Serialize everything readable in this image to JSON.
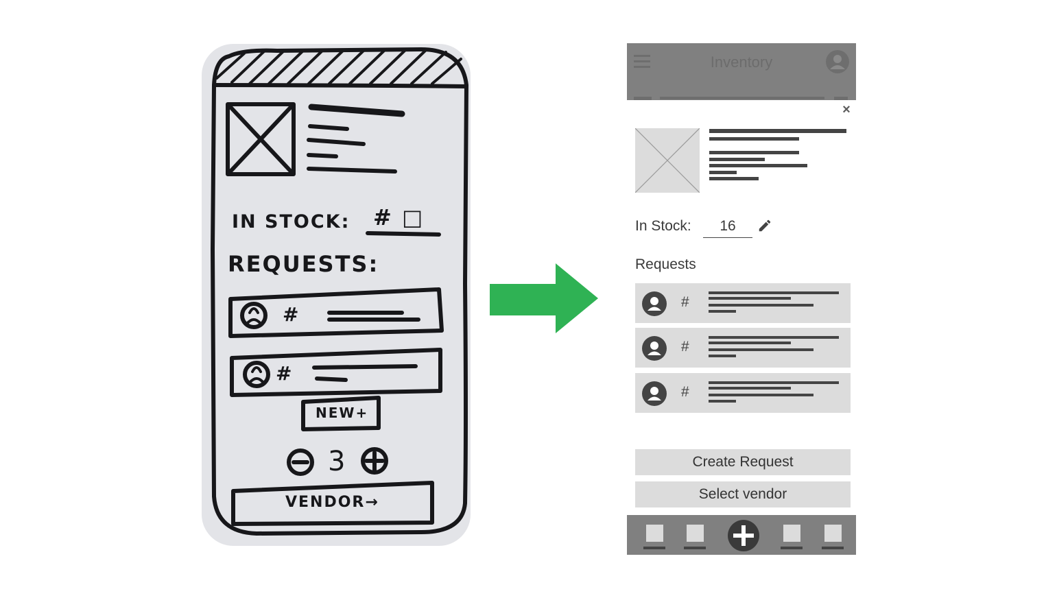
{
  "sketch": {
    "in_stock_label": "IN STOCK:",
    "in_stock_value": "# □",
    "requests_label": "REQUESTS:",
    "request_rows": [
      {
        "hash": "#"
      },
      {
        "hash": "#"
      }
    ],
    "new_button": "NEW+",
    "stepper": {
      "minus": "−",
      "value": "3",
      "plus": "+"
    },
    "vendor_button": "VENDOR→"
  },
  "arrow": {
    "color": "#2fb254"
  },
  "wireframe": {
    "header": {
      "title": "Inventory"
    },
    "close_label": "×",
    "in_stock": {
      "label": "In Stock:",
      "value": "16"
    },
    "requests": {
      "heading": "Requests",
      "rows": [
        {
          "hash": "#"
        },
        {
          "hash": "#"
        },
        {
          "hash": "#"
        }
      ]
    },
    "buttons": {
      "create": "Create Request",
      "vendor": "Select vendor"
    },
    "colors": {
      "bar": "#808080",
      "block": "#dcdcdc",
      "ink": "#444444"
    }
  }
}
